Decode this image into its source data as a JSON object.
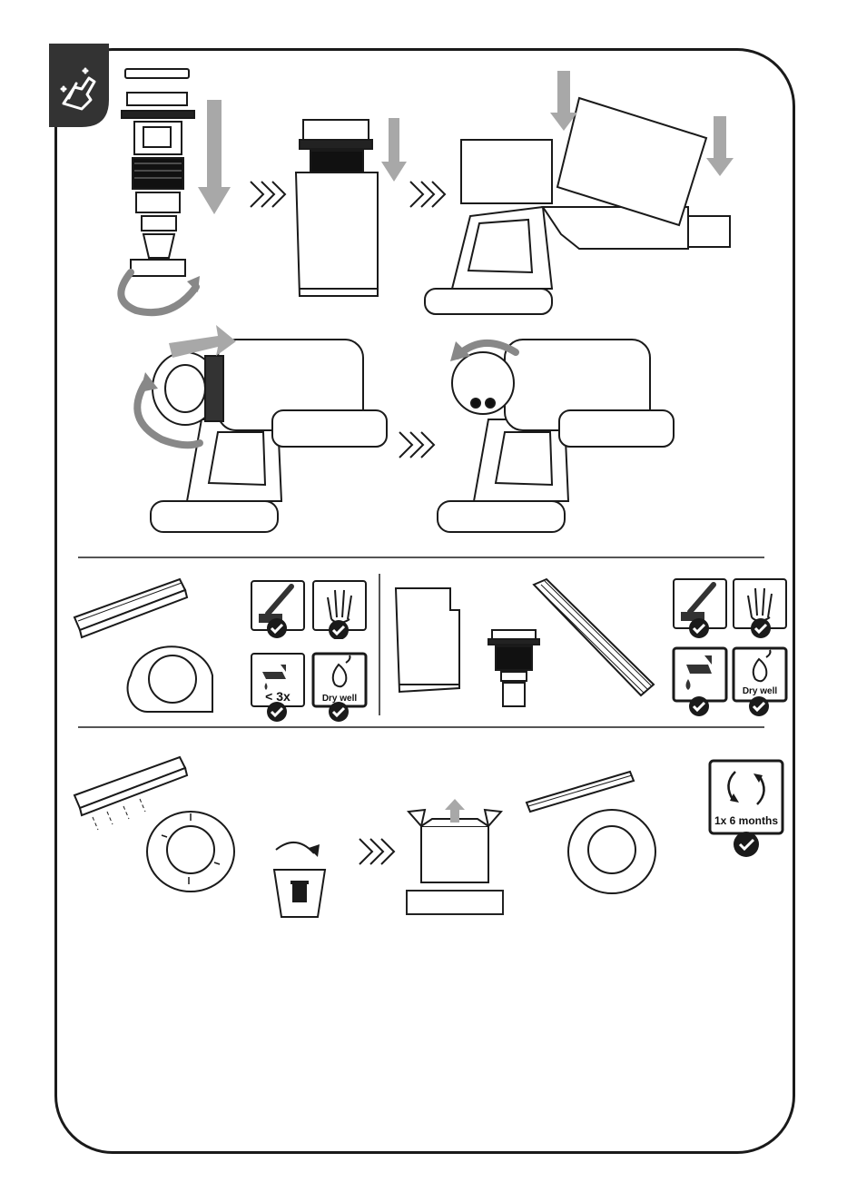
{
  "icons": {
    "rinse_limit_label": "< 3x",
    "dry_label_left": "Dry well",
    "dry_label_right": "Dry well",
    "frequency_label": "1x 6 months"
  },
  "colors": {
    "outline": "#1a1a1a",
    "arrow_gray": "#a8a8a8",
    "badge_dark": "#333333",
    "filter_black": "#111111"
  }
}
